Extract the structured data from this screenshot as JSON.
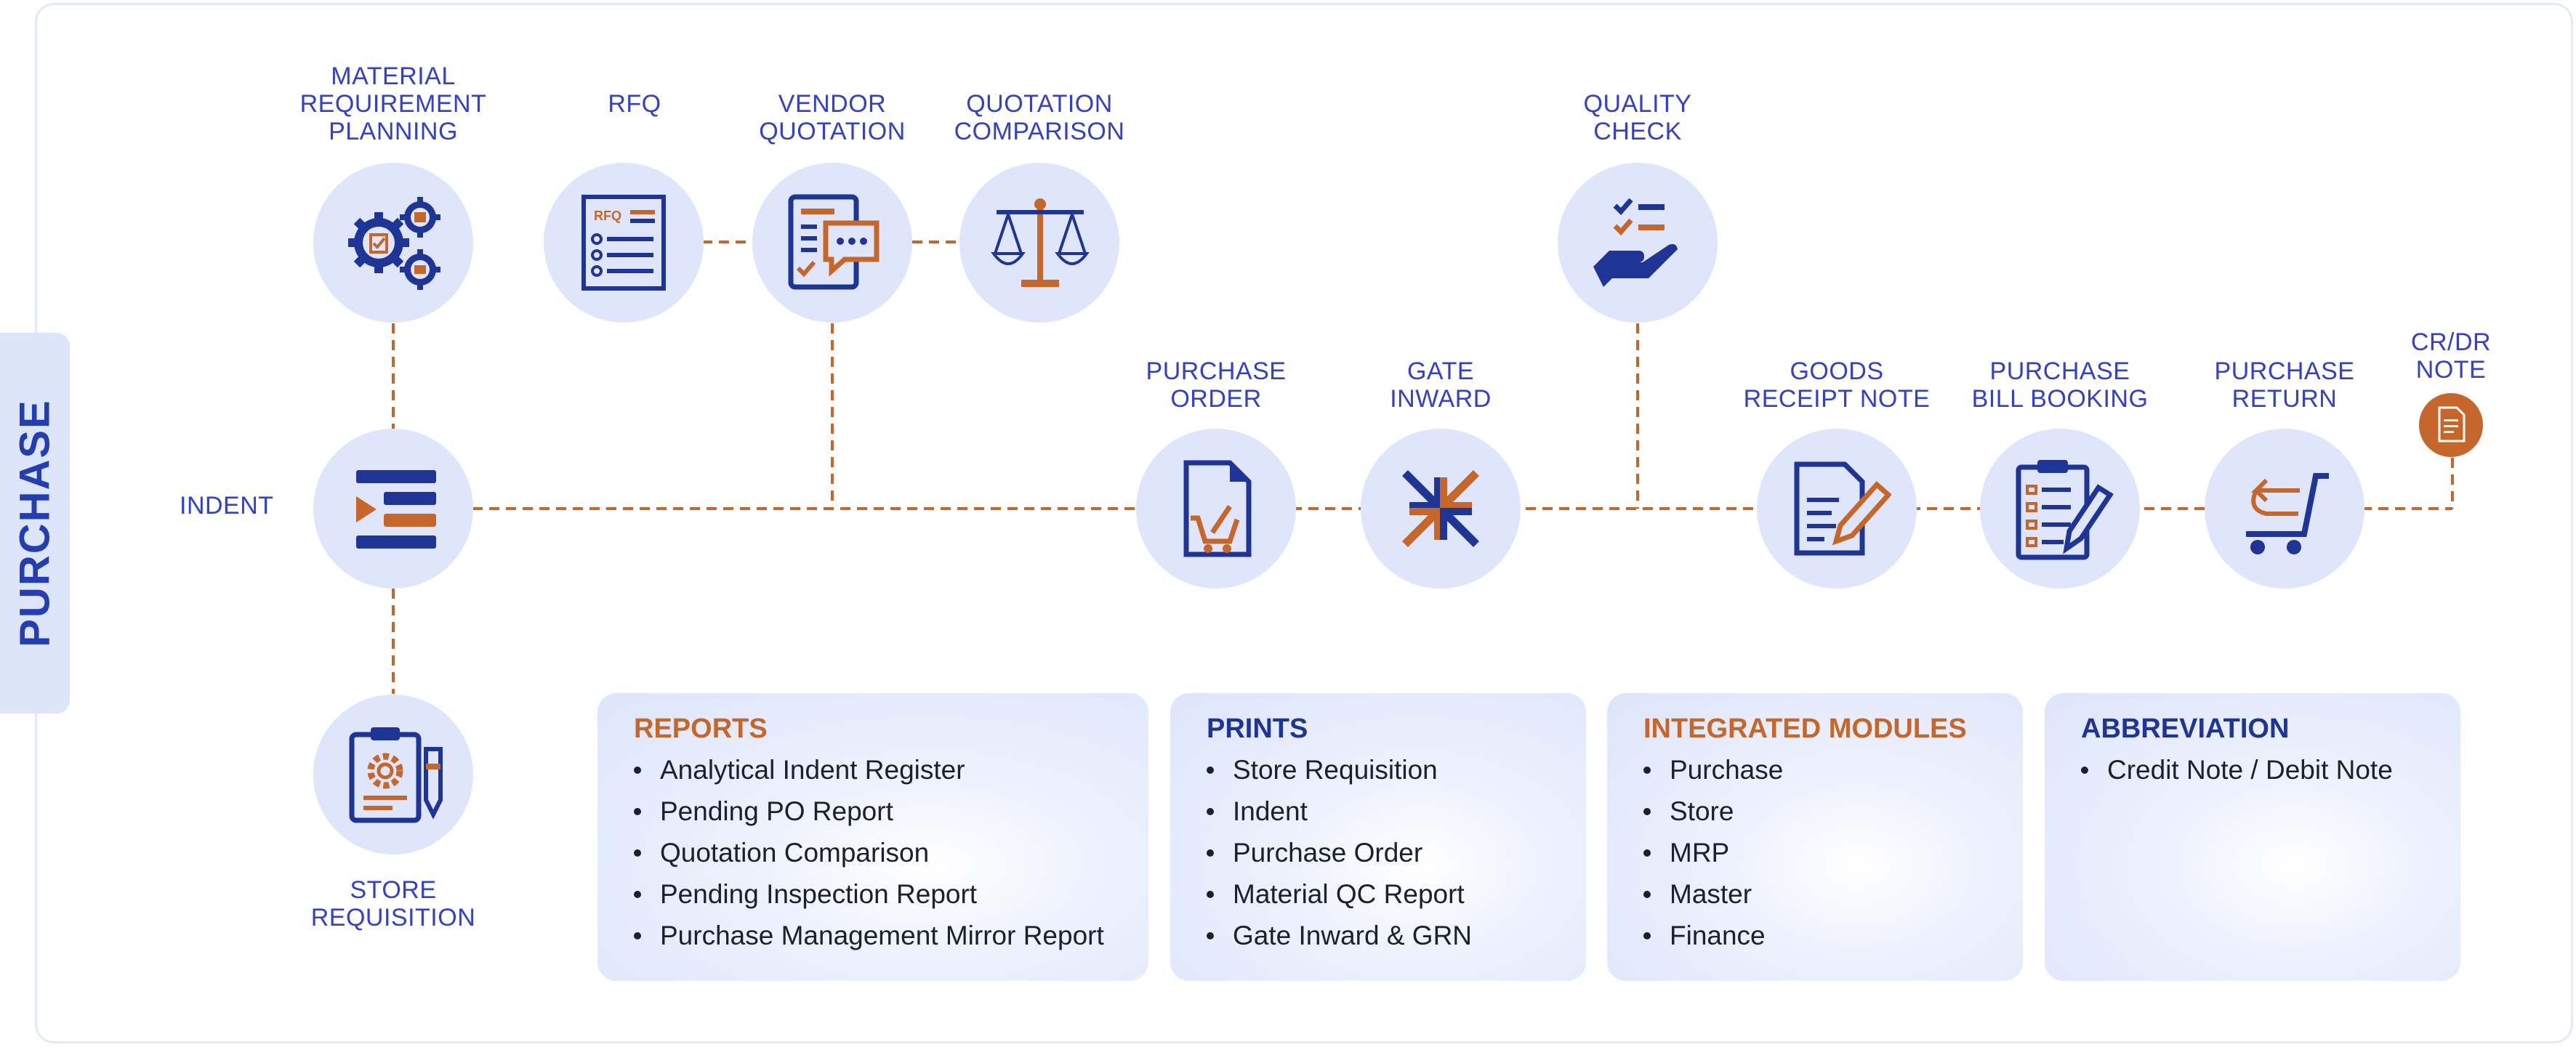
{
  "section_title": "PURCHASE",
  "steps": {
    "material_requirement_planning": "MATERIAL\nREQUIREMENT\nPLANNING",
    "rfq": "RFQ",
    "vendor_quotation": "VENDOR\nQUOTATION",
    "quotation_comparison": "QUOTATION\nCOMPARISON",
    "quality_check": "QUALITY\nCHECK",
    "indent": "INDENT",
    "purchase_order": "PURCHASE\nORDER",
    "gate_inward": "GATE\nINWARD",
    "goods_receipt_note": "GOODS\nRECEIPT NOTE",
    "purchase_bill_booking": "PURCHASE\nBILL BOOKING",
    "purchase_return": "PURCHASE\nRETURN",
    "cr_dr_note": "CR/DR\nNOTE",
    "store_requisition": "STORE\nREQUISITION"
  },
  "icon_text": {
    "rfq": "RFQ"
  },
  "reports": {
    "title": "REPORTS",
    "items": [
      "Analytical Indent Register",
      "Pending PO Report",
      "Quotation Comparison",
      "Pending Inspection Report",
      "Purchase Management Mirror Report"
    ]
  },
  "prints": {
    "title": "PRINTS",
    "items": [
      "Store Requisition",
      "Indent",
      "Purchase Order",
      "Material QC Report",
      "Gate Inward & GRN"
    ]
  },
  "integrated_modules": {
    "title": "INTEGRATED MODULES",
    "items": [
      "Purchase",
      "Store",
      "MRP",
      "Master",
      "Finance"
    ]
  },
  "abbreviation": {
    "title": "ABBREVIATION",
    "items": [
      "Credit Note / Debit Note"
    ]
  },
  "colors": {
    "blue": "#1f3596",
    "label_blue": "#3340c9",
    "orange": "#c5662a",
    "circle_bg": "#dfe6fb"
  }
}
